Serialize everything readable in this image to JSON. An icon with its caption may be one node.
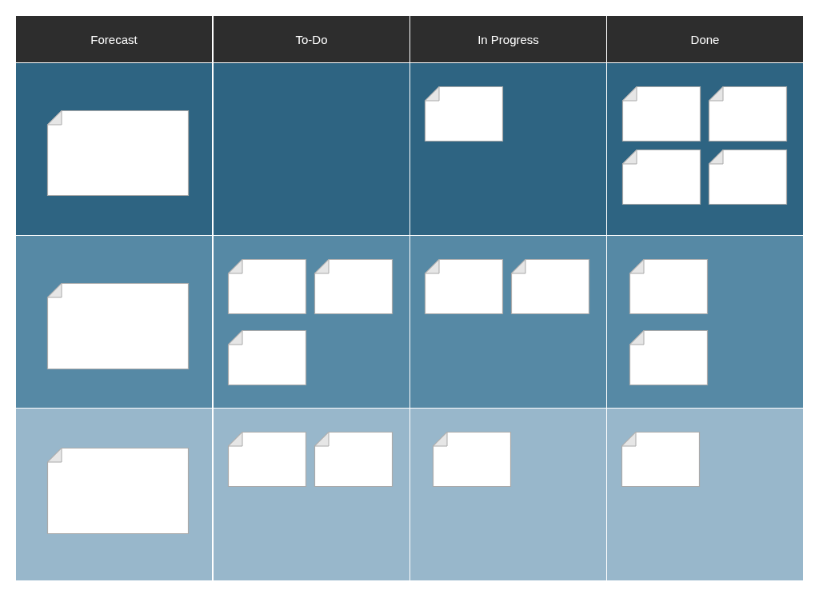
{
  "diagram": {
    "nodes": [
      {
        "text": [
          "Forecast"
        ]
      },
      {
        "text": [
          "To-Do"
        ]
      },
      {
        "text": [
          "In Progress"
        ]
      },
      {
        "text": [
          "Done"
        ]
      },
      {
        "text": [],
        "shape": "box"
      },
      {
        "text": [],
        "shape": "box",
        "in": 4
      },
      {
        "text": [],
        "shape": "box"
      },
      {
        "text": [],
        "shape": "box"
      },
      {
        "text": [],
        "shape": "box",
        "in": 7
      },
      {
        "text": [],
        "shape": "box"
      },
      {
        "text": [],
        "shape": "box",
        "in": 9
      },
      {
        "text": [],
        "shape": "box",
        "in": 9
      },
      {
        "text": [],
        "shape": "box",
        "in": 9
      },
      {
        "text": [],
        "shape": "box",
        "in": 9
      },
      {
        "text": [],
        "shape": "box"
      },
      {
        "text": [],
        "shape": "box",
        "in": 14
      },
      {
        "text": [],
        "shape": "box"
      },
      {
        "text": [],
        "shape": "box",
        "in": 16
      },
      {
        "text": [],
        "shape": "box",
        "in": 16
      },
      {
        "text": [],
        "shape": "box",
        "in": 16
      },
      {
        "text": [],
        "shape": "box"
      },
      {
        "text": [],
        "shape": "box",
        "in": 20
      },
      {
        "text": [],
        "shape": "box",
        "in": 20
      },
      {
        "text": [],
        "shape": "box"
      },
      {
        "text": [],
        "shape": "box",
        "in": 23
      },
      {
        "text": [],
        "shape": "box",
        "in": 23
      },
      {
        "text": [],
        "shape": "box"
      },
      {
        "text": [],
        "shape": "box",
        "in": 26
      },
      {
        "text": [],
        "shape": "box"
      },
      {
        "text": [],
        "shape": "box",
        "in": 28
      },
      {
        "text": [],
        "shape": "box",
        "in": 28
      },
      {
        "text": [],
        "shape": "box"
      },
      {
        "text": [],
        "shape": "box",
        "in": 31
      },
      {
        "text": [],
        "shape": "box"
      },
      {
        "text": [],
        "shape": "box",
        "in": 33
      }
    ]
  }
}
